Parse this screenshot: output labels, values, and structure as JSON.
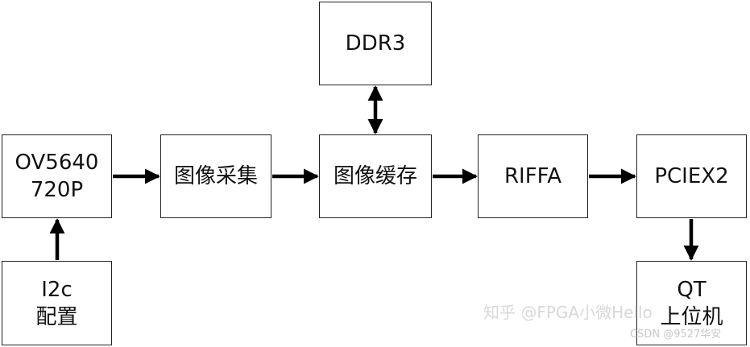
{
  "diagram": {
    "boxes": {
      "camera": {
        "lines": [
          "OV5640",
          "720P"
        ]
      },
      "i2c": {
        "lines": [
          "I2c",
          "配置"
        ]
      },
      "capture": {
        "lines": [
          "图像采集"
        ]
      },
      "ddr": {
        "lines": [
          "DDR3"
        ]
      },
      "buffer": {
        "lines": [
          "图像缓存"
        ]
      },
      "riffa": {
        "lines": [
          "RIFFA"
        ]
      },
      "pcie": {
        "lines": [
          "PCIEX2"
        ]
      },
      "host": {
        "lines": [
          "QT",
          "上位机"
        ]
      }
    },
    "line_color": "#000000"
  },
  "watermarks": {
    "zhihu": "知乎 @FPGA小微Hello",
    "csdn": "CSDN @9527华安"
  }
}
